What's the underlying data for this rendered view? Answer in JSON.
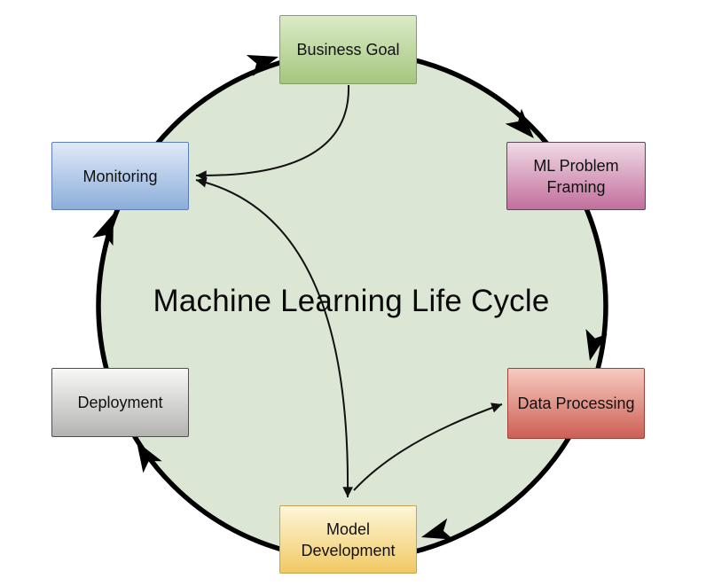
{
  "title": "Machine Learning Life Cycle",
  "nodes": [
    {
      "id": "business-goal",
      "label": "Business Goal",
      "fill_top": "#dcebc8",
      "fill_bottom": "#a4c77d",
      "border": "#85a05e"
    },
    {
      "id": "ml-problem-framing",
      "label": "ML Problem Framing",
      "fill_top": "#f0dae7",
      "fill_bottom": "#c26f9c",
      "border": "#574a52"
    },
    {
      "id": "data-processing",
      "label": "Data Processing",
      "fill_top": "#f6cac1",
      "fill_bottom": "#cd6054",
      "border": "#9c4038"
    },
    {
      "id": "model-development",
      "label": "Model Development",
      "fill_top": "#fdf6d8",
      "fill_bottom": "#f1c963",
      "border": "#c8a152"
    },
    {
      "id": "deployment",
      "label": "Deployment",
      "fill_top": "#f8f8f7",
      "fill_bottom": "#b3b3b0",
      "border": "#4f4f4f"
    },
    {
      "id": "monitoring",
      "label": "Monitoring",
      "fill_top": "#e0eaf8",
      "fill_bottom": "#8cadda",
      "border": "#5c80b5"
    }
  ],
  "cycle_edges": [
    {
      "from": "business-goal",
      "to": "ml-problem-framing"
    },
    {
      "from": "ml-problem-framing",
      "to": "data-processing"
    },
    {
      "from": "data-processing",
      "to": "model-development"
    },
    {
      "from": "model-development",
      "to": "deployment"
    },
    {
      "from": "deployment",
      "to": "monitoring"
    },
    {
      "from": "monitoring",
      "to": "business-goal"
    }
  ],
  "feedback_edges": [
    {
      "from": "business-goal",
      "to": "monitoring"
    },
    {
      "from": "model-development",
      "to": "monitoring",
      "bidirectional": true
    },
    {
      "from": "model-development",
      "to": "data-processing"
    }
  ],
  "colors": {
    "circle_fill": "#dbe7d4",
    "cycle_stroke": "#000000",
    "feedback_stroke": "#111111",
    "background": "#ffffff",
    "text": "#0a0a0a"
  }
}
